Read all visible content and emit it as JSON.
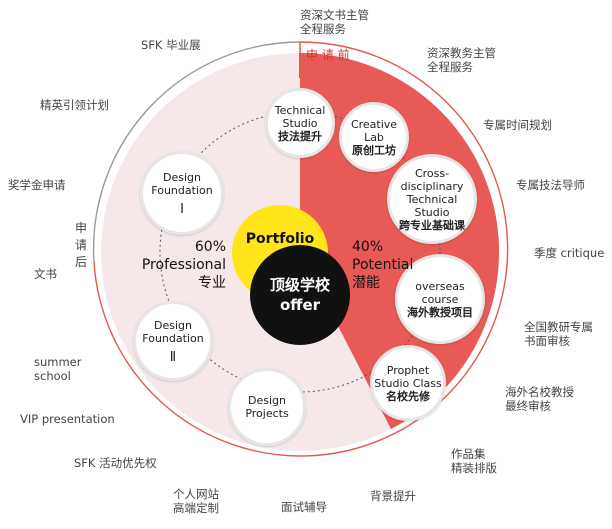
{
  "center": {
    "portfolio": "Portfolio",
    "offer_line1": "顶级学校",
    "offer_line2": "offer"
  },
  "left_half": {
    "percent": "60%",
    "label_en": "Professional",
    "label_zh": "专业"
  },
  "right_half": {
    "percent": "40%",
    "label_en": "Potential",
    "label_zh": "潜能"
  },
  "bubbles": {
    "technical_studio": [
      "Technical",
      "Studio",
      "技法提升"
    ],
    "creative_lab": [
      "Creative",
      "Lab",
      "原创工坊"
    ],
    "cross_disciplinary": [
      "Cross-",
      "disciplinary",
      "Technical",
      "Studio",
      "跨专业基础课"
    ],
    "overseas_course": [
      "overseas",
      "course",
      "海外教授项目"
    ],
    "prophet_studio": [
      "Prophet",
      "Studio Class",
      "名校先修"
    ],
    "design_projects": [
      "Design",
      "Projects"
    ],
    "design_foundation_2": [
      "Design",
      "Foundation",
      "Ⅱ"
    ],
    "design_foundation_1": [
      "Design",
      "Foundation",
      "Ⅰ"
    ]
  },
  "phases": {
    "before": "申 请 前",
    "after": [
      "申",
      "请",
      "后"
    ]
  },
  "outer_labels": {
    "top_center": [
      "资深文书主管",
      "全程服务"
    ],
    "top_right": [
      "资深教务主管",
      "全程服务"
    ],
    "schedule": "专属时间规划",
    "mentor": "专属技法导师",
    "critique": "季度 critique",
    "review": [
      "全国教研专属",
      "书面审核"
    ],
    "overseas_review": [
      "海外名校教授",
      "最终审核"
    ],
    "portfolio_layout": [
      "作品集",
      "精装排版"
    ],
    "background": "背景提升",
    "interview": "面试辅导",
    "website": [
      "个人网站",
      "高端定制"
    ],
    "activity": "SFK 活动优先权",
    "vip": "VIP presentation",
    "summer": [
      "summer",
      "school"
    ],
    "essay": "文书",
    "scholarship": "奖学金申请",
    "elite": "精英引领计划",
    "alumni": "SFK 毕业展"
  },
  "colors": {
    "red": "#e85a55",
    "pink": "#f6e8e8",
    "yellow": "#ffe51a",
    "black": "#111111",
    "accent_red": "#d9342b"
  }
}
